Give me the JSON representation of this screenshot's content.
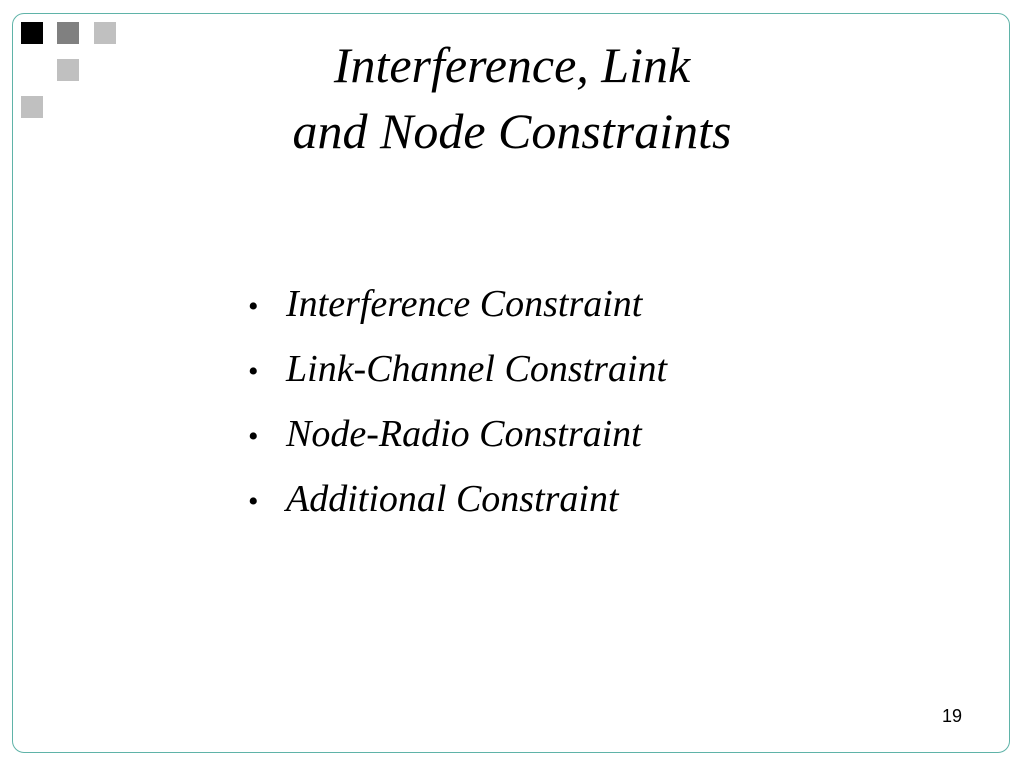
{
  "slide": {
    "title_lines": [
      "Interference, Link",
      "and Node Constraints"
    ],
    "bullets": [
      "Interference Constraint",
      "Link-Channel Constraint",
      "Node-Radio Constraint",
      "Additional Constraint"
    ],
    "bullet_glyph": "•",
    "page_number": "19"
  },
  "colors": {
    "frame_border": "#5fb3a8",
    "square_black": "#000000",
    "square_dark_gray": "#808080",
    "square_light_gray": "#c0c0c0"
  }
}
